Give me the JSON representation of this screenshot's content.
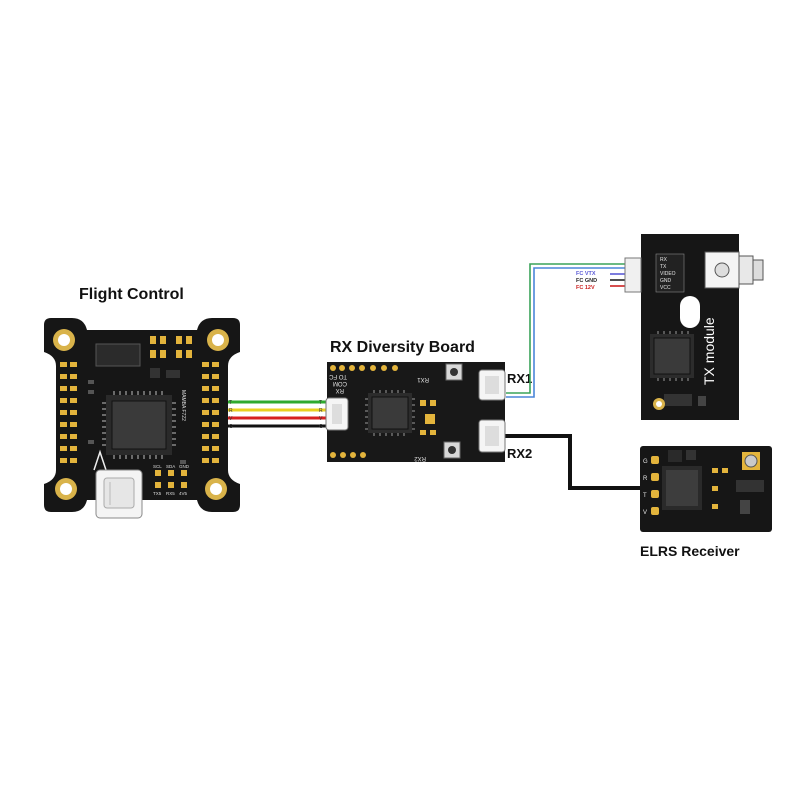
{
  "labels": {
    "flight_control": "Flight Control",
    "rx_diversity_board": "RX Diversity Board",
    "elrs_receiver": "ELRS Receiver",
    "rx1": "RX1",
    "rx2": "RX2",
    "tx_module": "TX module"
  },
  "fc_board": {
    "silk_brand": "MAMBA F722",
    "silk_bottom": [
      "SCL",
      "SDA",
      "GND",
      "TX5",
      "RX5",
      "4V5"
    ],
    "wire_pins": [
      "T",
      "R",
      "V",
      "G"
    ]
  },
  "rx_board": {
    "silk_to_fc": "TO FC",
    "silk_com": "COM",
    "silk_rx": "RX",
    "silk_rx1": "RX1",
    "silk_rx2": "RX2",
    "wire_pins": [
      "T",
      "R",
      "V",
      "G"
    ]
  },
  "tx_module": {
    "pins": [
      "RX",
      "TX",
      "VIDEO",
      "GND",
      "VCC"
    ],
    "fc_labels": [
      {
        "text": "FC VTX",
        "color": "#5b5bd6"
      },
      {
        "text": "FC GND",
        "color": "#222222"
      },
      {
        "text": "FC 12V",
        "color": "#cc2222"
      }
    ]
  },
  "elrs_board": {
    "silk_pins": [
      "G",
      "R",
      "T",
      "V"
    ]
  },
  "wire_colors": {
    "tx": "#2eaa2e",
    "rx": "#e8d020",
    "vcc": "#d62020",
    "gnd": "#111111",
    "green": "#3aa35a",
    "blue": "#4a86d8",
    "black": "#111111"
  }
}
